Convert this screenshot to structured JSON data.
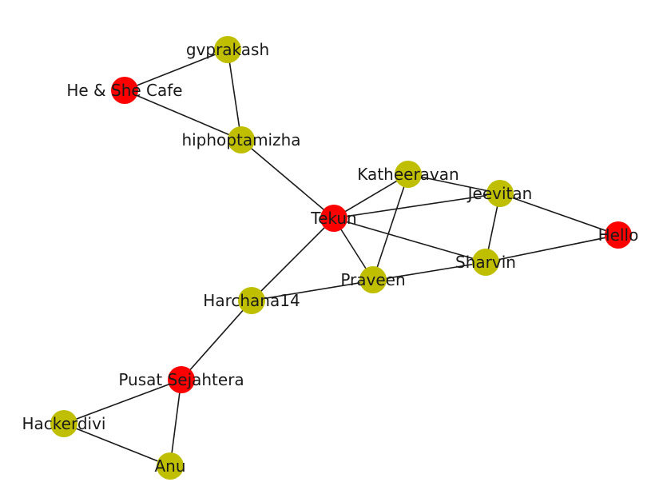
{
  "graph": {
    "colors": {
      "red": "#ff0000",
      "olive": "#bfbf00"
    },
    "nodes": [
      {
        "id": "gvprakash",
        "label": "gvprakash",
        "color": "olive"
      },
      {
        "id": "he_she_cafe",
        "label": "He & She Cafe",
        "color": "red"
      },
      {
        "id": "hiphoptamizha",
        "label": "hiphoptamizha",
        "color": "olive"
      },
      {
        "id": "katheeravan",
        "label": "Katheeravan",
        "color": "olive"
      },
      {
        "id": "jeevitan",
        "label": "Jeevitan",
        "color": "olive"
      },
      {
        "id": "tekun",
        "label": "Tekun",
        "color": "red"
      },
      {
        "id": "hello",
        "label": "Hello",
        "color": "red"
      },
      {
        "id": "sharvin",
        "label": "Sharvin",
        "color": "olive"
      },
      {
        "id": "praveen",
        "label": "Praveen",
        "color": "olive"
      },
      {
        "id": "harchana14",
        "label": "Harchana14",
        "color": "olive"
      },
      {
        "id": "pusat_sejahtera",
        "label": "Pusat Sejahtera",
        "color": "red"
      },
      {
        "id": "hackerdivi",
        "label": "Hackerdivi",
        "color": "olive"
      },
      {
        "id": "anu",
        "label": "Anu",
        "color": "olive"
      }
    ],
    "edges": [
      [
        "gvprakash",
        "he_she_cafe"
      ],
      [
        "gvprakash",
        "hiphoptamizha"
      ],
      [
        "he_she_cafe",
        "hiphoptamizha"
      ],
      [
        "hiphoptamizha",
        "tekun"
      ],
      [
        "tekun",
        "katheeravan"
      ],
      [
        "tekun",
        "jeevitan"
      ],
      [
        "tekun",
        "sharvin"
      ],
      [
        "tekun",
        "praveen"
      ],
      [
        "tekun",
        "harchana14"
      ],
      [
        "katheeravan",
        "jeevitan"
      ],
      [
        "katheeravan",
        "praveen"
      ],
      [
        "jeevitan",
        "sharvin"
      ],
      [
        "jeevitan",
        "hello"
      ],
      [
        "sharvin",
        "hello"
      ],
      [
        "harchana14",
        "sharvin"
      ],
      [
        "harchana14",
        "pusat_sejahtera"
      ],
      [
        "pusat_sejahtera",
        "hackerdivi"
      ],
      [
        "pusat_sejahtera",
        "anu"
      ],
      [
        "hackerdivi",
        "anu"
      ]
    ]
  }
}
